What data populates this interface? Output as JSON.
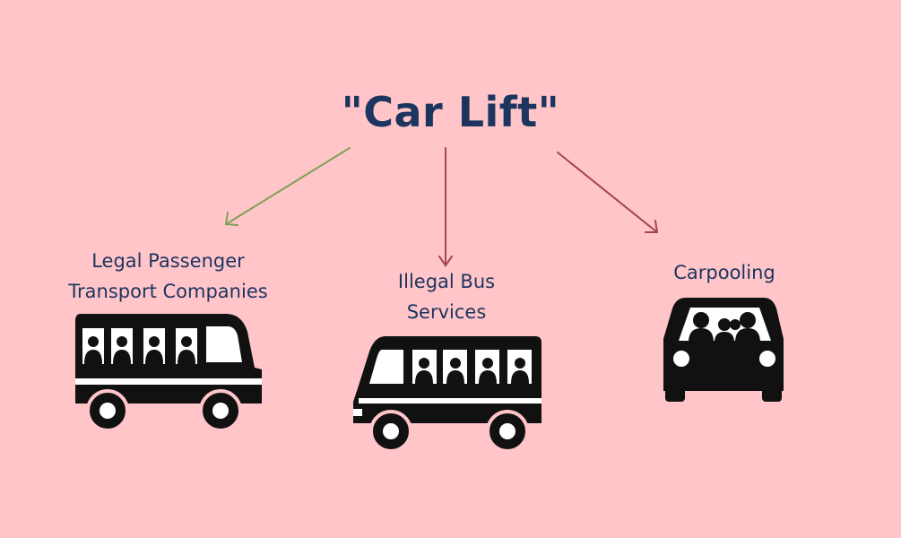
{
  "diagram": {
    "title": "\"Car Lift\"",
    "nodes": [
      {
        "id": "legal",
        "lines": [
          "Legal Passenger",
          "Transport Companies"
        ]
      },
      {
        "id": "illegal",
        "lines": [
          "Illegal Bus",
          "Services"
        ]
      },
      {
        "id": "carpool",
        "lines": [
          "Carpooling"
        ]
      }
    ],
    "edges": [
      {
        "from": "title",
        "to": "legal",
        "color": "#7ea153"
      },
      {
        "from": "title",
        "to": "illegal",
        "color": "#a4464e"
      },
      {
        "from": "title",
        "to": "carpool",
        "color": "#a4464e"
      }
    ],
    "colors": {
      "background": "#ffc5c9",
      "text": "#1c355e",
      "icon": "#111111"
    },
    "icons": [
      "van-icon",
      "bus-icon",
      "car-icon"
    ]
  }
}
